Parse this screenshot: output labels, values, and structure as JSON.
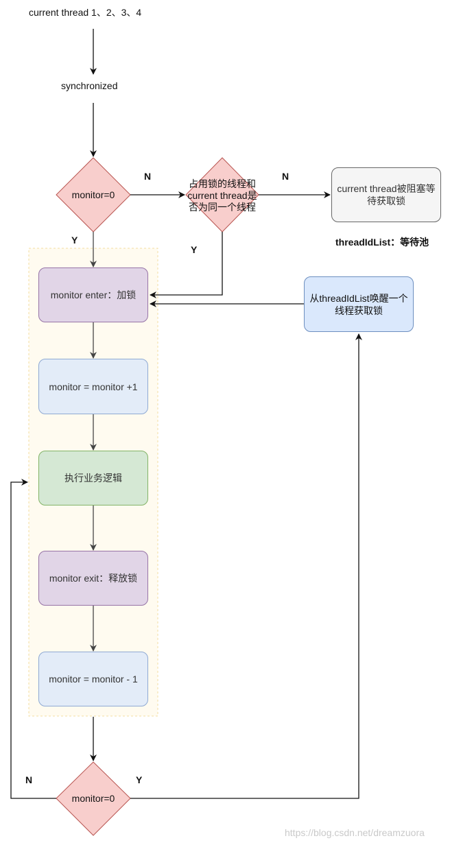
{
  "start_label": "current thread 1、2、3、4",
  "sync_label": "synchronized",
  "decision_top": "monitor=0",
  "decision_same_thread": "占用锁的线程和current thread是否为同一个线程",
  "blocked_box": "current thread被阻塞等待获取锁",
  "wait_pool_label": "threadIdList：等待池",
  "wake_box": "从threadIdList唤醒一个线程获取锁",
  "steps": {
    "enter": "monitor enter：加锁",
    "increment": "monitor = monitor +1",
    "business": "执行业务逻辑",
    "exit": "monitor exit：释放锁",
    "decrement": "monitor = monitor - 1"
  },
  "decision_bottom": "monitor=0",
  "edge_labels": {
    "top_no": "N",
    "top_yes": "Y",
    "same_no": "N",
    "same_yes": "Y",
    "bottom_no": "N",
    "bottom_yes": "Y"
  },
  "watermark": "https://blog.csdn.net/dreamzuora",
  "colors": {
    "diamond_fill": "#f8cecc",
    "diamond_stroke": "#b85450",
    "region_fill": "#fffbf0",
    "region_stroke": "#f3dca0"
  }
}
